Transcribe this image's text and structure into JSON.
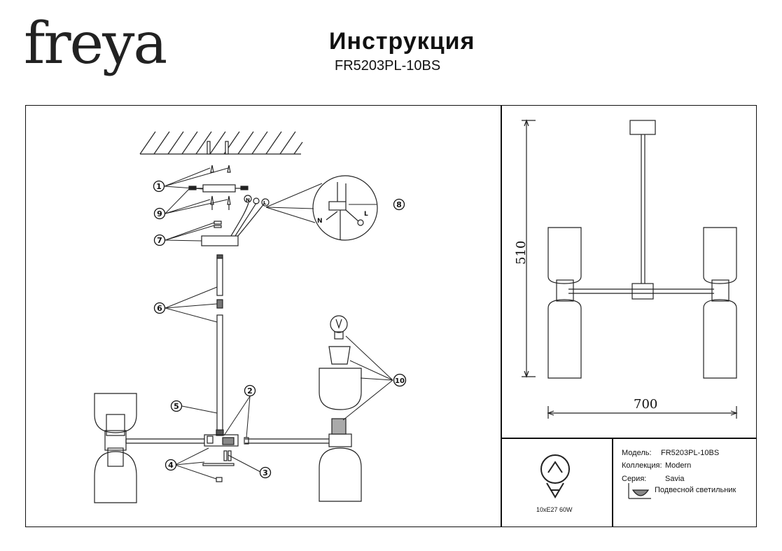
{
  "header": {
    "logo": "freya",
    "title": "Инструкция",
    "model_code": "FR5203PL-10BS"
  },
  "dimensions": {
    "height": "510",
    "width": "700"
  },
  "callouts": [
    "1",
    "9",
    "7",
    "6",
    "5",
    "4",
    "2",
    "3",
    "8",
    "10"
  ],
  "wiring": {
    "live": "L",
    "neutral": "N",
    "n_symbol": "N",
    "l_symbol": "L"
  },
  "spec": {
    "lamp": "10xE27 60W",
    "model_label": "Модель:",
    "model_value": "FR5203PL-10BS",
    "collection_label": "Коллекция:",
    "collection_value": "Modern",
    "series_label": "Серия:",
    "series_value": "Savia",
    "type_value": "Подвесной светильник"
  }
}
